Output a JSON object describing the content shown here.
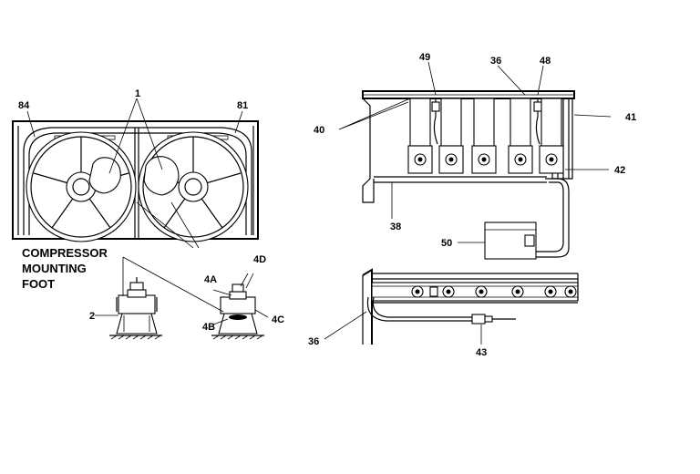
{
  "diagram": {
    "callouts": {
      "c1": "1",
      "c84": "84",
      "c81": "81",
      "c49": "49",
      "c36top": "36",
      "c48": "48",
      "c40": "40",
      "c41": "41",
      "c42": "42",
      "c38": "38",
      "c50": "50",
      "c4D": "4D",
      "c4A": "4A",
      "c2": "2",
      "c4B": "4B",
      "c4C": "4C",
      "c36bot": "36",
      "c43": "43"
    },
    "caption": {
      "line1": "COMPRESSOR",
      "line2": "MOUNTING",
      "line3": "FOOT"
    }
  }
}
